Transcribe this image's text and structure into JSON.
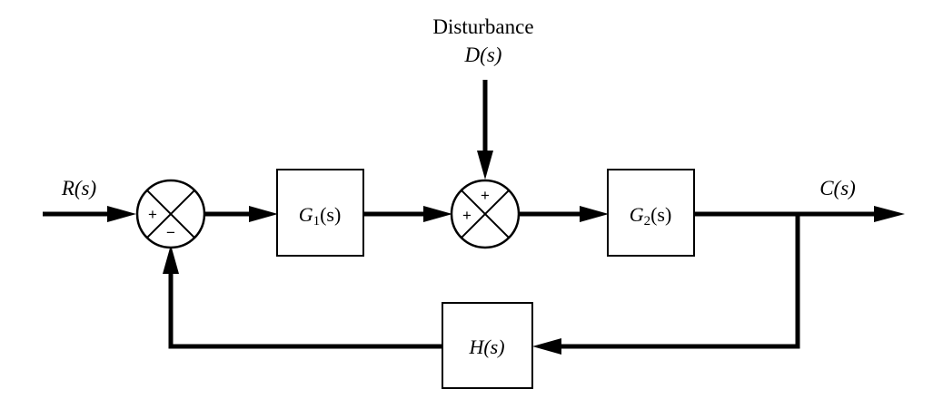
{
  "disturbance": {
    "title": "Disturbance",
    "signal": "D(s)"
  },
  "signals": {
    "input": "R(s)",
    "output": "C(s)"
  },
  "blocks": {
    "g1": {
      "name": "G",
      "sub": "1",
      "arg": "(s)"
    },
    "g2": {
      "name": "G",
      "sub": "2",
      "arg": "(s)"
    },
    "h": "H(s)"
  },
  "summing_junction_1": {
    "sign_left": "+",
    "sign_bottom": "−"
  },
  "summing_junction_2": {
    "sign_top": "+",
    "sign_left": "+"
  }
}
